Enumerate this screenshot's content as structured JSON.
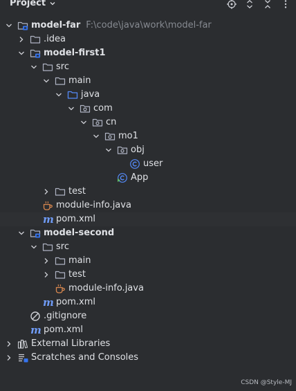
{
  "header": {
    "title": "Project",
    "tools": [
      "locate-icon",
      "expand-collapse-icon",
      "collapse-all-icon",
      "more-icon"
    ]
  },
  "tree": [
    {
      "depth": 0,
      "arrow": "down",
      "icon": "module-folder-icon",
      "label": "model-far",
      "bold": true,
      "path": "F:\\code\\java\\work\\model-far"
    },
    {
      "depth": 1,
      "arrow": "right",
      "icon": "folder-icon",
      "label": ".idea"
    },
    {
      "depth": 1,
      "arrow": "down",
      "icon": "module-folder-icon",
      "label": "model-first1",
      "bold": true
    },
    {
      "depth": 2,
      "arrow": "down",
      "icon": "folder-icon",
      "label": "src"
    },
    {
      "depth": 3,
      "arrow": "down",
      "icon": "folder-icon",
      "label": "main"
    },
    {
      "depth": 4,
      "arrow": "down",
      "icon": "source-folder-icon",
      "label": "java"
    },
    {
      "depth": 5,
      "arrow": "down",
      "icon": "package-icon",
      "label": "com"
    },
    {
      "depth": 6,
      "arrow": "down",
      "icon": "package-icon",
      "label": "cn"
    },
    {
      "depth": 7,
      "arrow": "down",
      "icon": "package-icon",
      "label": "mo1"
    },
    {
      "depth": 8,
      "arrow": "down",
      "icon": "package-icon",
      "label": "obj"
    },
    {
      "depth": 9,
      "arrow": "none",
      "icon": "class-icon",
      "label": "user"
    },
    {
      "depth": 8,
      "arrow": "none",
      "icon": "app-class-icon",
      "label": "App"
    },
    {
      "depth": 3,
      "arrow": "right",
      "icon": "folder-icon",
      "label": "test"
    },
    {
      "depth": 2,
      "arrow": "none",
      "icon": "java-file-icon",
      "label": "module-info.java"
    },
    {
      "depth": 2,
      "arrow": "none",
      "icon": "maven-icon",
      "label": "pom.xml",
      "selected": true
    },
    {
      "depth": 1,
      "arrow": "down",
      "icon": "module-folder-icon",
      "label": "model-second",
      "bold": true
    },
    {
      "depth": 2,
      "arrow": "down",
      "icon": "folder-icon",
      "label": "src"
    },
    {
      "depth": 3,
      "arrow": "right",
      "icon": "folder-icon",
      "label": "main"
    },
    {
      "depth": 3,
      "arrow": "right",
      "icon": "folder-icon",
      "label": "test"
    },
    {
      "depth": 3,
      "arrow": "none",
      "icon": "java-file-icon",
      "label": "module-info.java"
    },
    {
      "depth": 2,
      "arrow": "none",
      "icon": "maven-icon",
      "label": "pom.xml"
    },
    {
      "depth": 1,
      "arrow": "none",
      "icon": "gitignore-icon",
      "label": ".gitignore"
    },
    {
      "depth": 1,
      "arrow": "none",
      "icon": "maven-icon",
      "label": "pom.xml"
    },
    {
      "depth": 0,
      "arrow": "right",
      "icon": "libraries-icon",
      "label": "External Libraries"
    },
    {
      "depth": 0,
      "arrow": "right",
      "icon": "scratches-icon",
      "label": "Scratches and Consoles"
    }
  ],
  "watermark": "CSDN @Style-MJ",
  "colors": {
    "background": "#2b2d30",
    "text": "#dfe1e5",
    "path": "#868a91",
    "folder": "#aeb3c2",
    "source_folder": "#548af7",
    "maven": "#6f9bf5",
    "java_file": "#d9884f",
    "class_icon": "#548af7"
  }
}
